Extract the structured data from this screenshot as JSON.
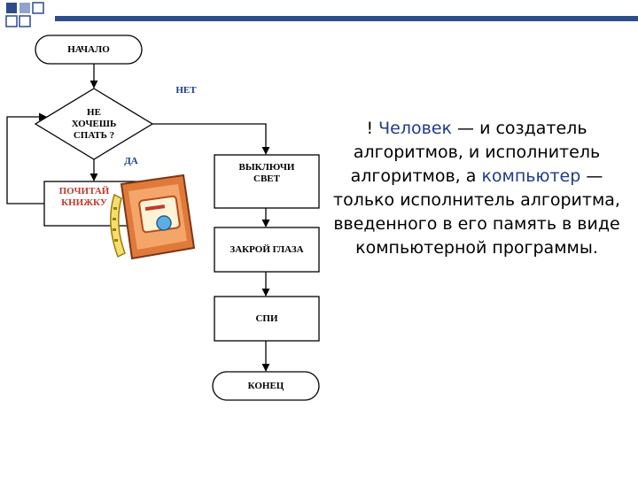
{
  "flowchart": {
    "start": "НАЧАЛО",
    "decision": "НЕ\nХОЧЕШЬ\nСПАТЬ ?",
    "branch_no": "НЕТ",
    "branch_yes": "ДА",
    "read_book": "ПОЧИТАЙ\nКНИЖКУ",
    "lights_off": "ВЫКЛЮЧИ\nСВЕТ",
    "close_eyes": "ЗАКРОЙ ГЛАЗА",
    "sleep": "СПИ",
    "end": "КОНЕЦ"
  },
  "caption": {
    "bullet": "!",
    "p1": "Человек",
    "p2": " — и создатель алгоритмов, и исполнитель алгоритмов, а ",
    "p3": "компьютер",
    "p4": " — только исполнитель алгоритма, введенного в его память в виде компьютерной программы."
  },
  "colors": {
    "accent": "#2e4b8a",
    "highlight": "#1f3a8a",
    "read_book_text": "#c0392b"
  },
  "icons": [
    "presentation-clipart-icon"
  ]
}
